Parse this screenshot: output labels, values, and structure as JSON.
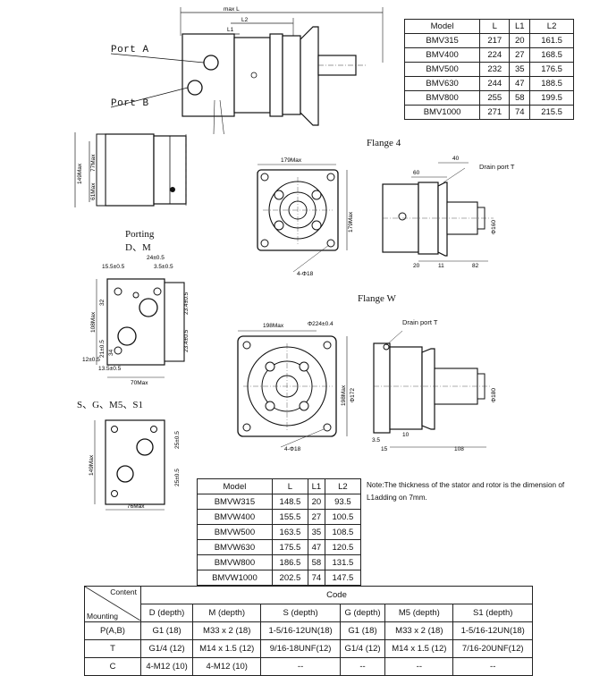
{
  "top_view": {
    "port_a": "Port A",
    "port_b": "Port B",
    "dim_max_l": "max L",
    "dim_l2": "L2",
    "dim_l1": "L1"
  },
  "side_view": {
    "dim_149max": "149Max",
    "dim_77max": "77Max",
    "dim_61max": "61Max"
  },
  "porting_dm": {
    "title_line1": "Porting",
    "title_line2": "D、M",
    "dim_24": "24±0.5",
    "dim_15": "15.5±0.5",
    "dim_3_5": "3.5±0.5",
    "dim_23_a": "23.4±0.5",
    "dim_23_b": "23.4±0.5",
    "dim_32": "32",
    "dim_21": "21±0.5",
    "dim_34": "34",
    "dim_12": "12±0.5",
    "dim_13": "13.5±0.5",
    "dim_70": "70Max",
    "dim_108": "108Max"
  },
  "porting_sg": {
    "title": "S、G、M5、S1",
    "dim_25_a": "25±0.5",
    "dim_25_b": "25±0.5",
    "dim_149": "149Max",
    "dim_76": "76Max"
  },
  "flange4": {
    "title": "Flange 4",
    "dim_179w": "179Max",
    "dim_179h": "179Max",
    "holes": "4-Φ18",
    "dim_40": "40",
    "dim_60": "60",
    "drain": "Drain port T",
    "dim_20": "20",
    "dim_11": "11",
    "dim_82": "82",
    "dia_160": "Φ160"
  },
  "flangew": {
    "title": "Flange W",
    "dim_198": "198Max",
    "dim_224": "Φ224±0.4",
    "dim_198h": "198Max",
    "dia_172": "Φ172",
    "holes": "4-Φ18",
    "drain": "Drain port T",
    "dim_3_5": "3.5",
    "dim_10": "10",
    "dim_15": "15",
    "dim_108": "108",
    "dia_180": "Φ180"
  },
  "table_bmv": {
    "headers": [
      "Model",
      "L",
      "L1",
      "L2"
    ],
    "rows": [
      [
        "BMV315",
        "217",
        "20",
        "161.5"
      ],
      [
        "BMV400",
        "224",
        "27",
        "168.5"
      ],
      [
        "BMV500",
        "232",
        "35",
        "176.5"
      ],
      [
        "BMV630",
        "244",
        "47",
        "188.5"
      ],
      [
        "BMV800",
        "255",
        "58",
        "199.5"
      ],
      [
        "BMV1000",
        "271",
        "74",
        "215.5"
      ]
    ]
  },
  "table_bmvw": {
    "headers": [
      "Model",
      "L",
      "L1",
      "L2"
    ],
    "rows": [
      [
        "BMVW315",
        "148.5",
        "20",
        "93.5"
      ],
      [
        "BMVW400",
        "155.5",
        "27",
        "100.5"
      ],
      [
        "BMVW500",
        "163.5",
        "35",
        "108.5"
      ],
      [
        "BMVW630",
        "175.5",
        "47",
        "120.5"
      ],
      [
        "BMVW800",
        "186.5",
        "58",
        "131.5"
      ],
      [
        "BMVW1000",
        "202.5",
        "74",
        "147.5"
      ]
    ]
  },
  "note": "Note:The thickness of the stator and rotor is the dimension of L1adding on 7mm.",
  "table_code": {
    "corner_top": "Content",
    "corner_bottom": "Mounting",
    "code_header": "Code",
    "columns": [
      "D (depth)",
      "M (depth)",
      "S (depth)",
      "G (depth)",
      "M5 (depth)",
      "S1 (depth)"
    ],
    "rows": [
      {
        "mount": "P(A,B)",
        "cells": [
          "G1 (18)",
          "M33 x 2  (18)",
          "1-5/16-12UN(18)",
          "G1 (18)",
          "M33 x 2 (18)",
          "1-5/16-12UN(18)"
        ]
      },
      {
        "mount": "T",
        "cells": [
          "G1/4  (12)",
          "M14 x 1.5 (12)",
          "9/16-18UNF(12)",
          "G1/4 (12)",
          "M14 x 1.5 (12)",
          "7/16-20UNF(12)"
        ]
      },
      {
        "mount": "C",
        "cells": [
          "4-M12  (10)",
          "4-M12  (10)",
          "--",
          "--",
          "--",
          "--"
        ]
      }
    ]
  }
}
